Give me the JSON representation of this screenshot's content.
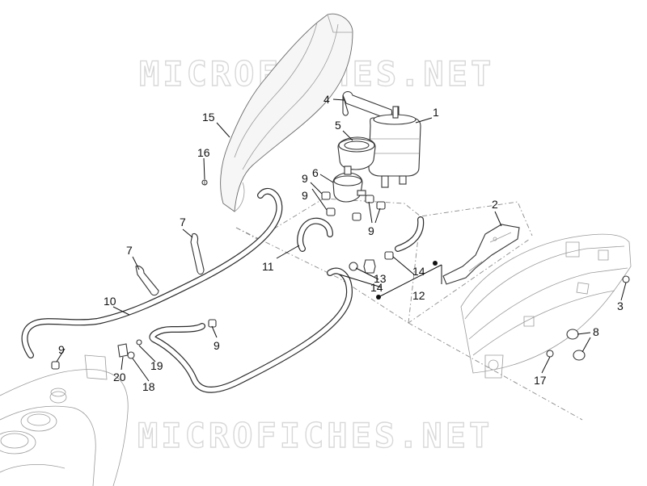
{
  "watermark": {
    "top": "MICROFICHES.NET",
    "bottom": "MICROFICHES.NET"
  },
  "callouts": [
    {
      "id": "c1",
      "label": "1"
    },
    {
      "id": "c2",
      "label": "2"
    },
    {
      "id": "c3",
      "label": "3"
    },
    {
      "id": "c4",
      "label": "4"
    },
    {
      "id": "c5",
      "label": "5"
    },
    {
      "id": "c6",
      "label": "6"
    },
    {
      "id": "c7a",
      "label": "7"
    },
    {
      "id": "c7b",
      "label": "7"
    },
    {
      "id": "c8",
      "label": "8"
    },
    {
      "id": "c9a",
      "label": "9"
    },
    {
      "id": "c9b",
      "label": "9"
    },
    {
      "id": "c9c",
      "label": "9"
    },
    {
      "id": "c9d",
      "label": "9"
    },
    {
      "id": "c9e",
      "label": "9"
    },
    {
      "id": "c10",
      "label": "10"
    },
    {
      "id": "c11",
      "label": "11"
    },
    {
      "id": "c12",
      "label": "12"
    },
    {
      "id": "c13",
      "label": "13"
    },
    {
      "id": "c14a",
      "label": "14"
    },
    {
      "id": "c14b",
      "label": "14"
    },
    {
      "id": "c15",
      "label": "15"
    },
    {
      "id": "c16",
      "label": "16"
    },
    {
      "id": "c17",
      "label": "17"
    },
    {
      "id": "c18",
      "label": "18"
    },
    {
      "id": "c19",
      "label": "19"
    },
    {
      "id": "c20",
      "label": "20"
    }
  ]
}
